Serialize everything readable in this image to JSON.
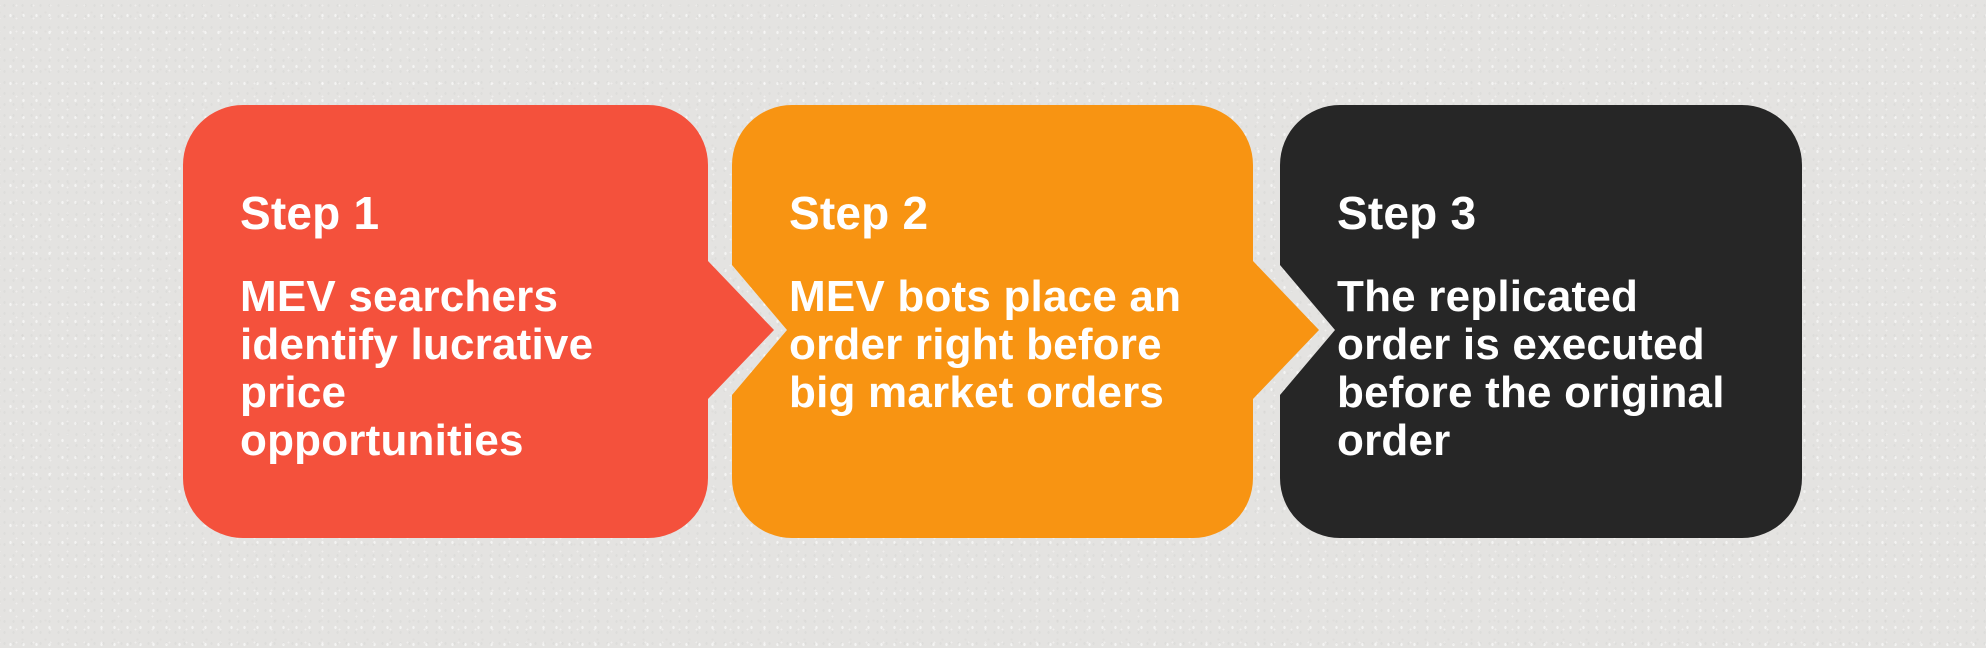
{
  "diagram": {
    "type": "process-flow",
    "direction": "left-to-right",
    "background_color": "#E4E3E1",
    "text_color": "#FFFFFF"
  },
  "steps": [
    {
      "title": "Step 1",
      "color": "#F4513C",
      "lines": [
        "MEV searchers",
        "identify lucrative",
        "price",
        "opportunities"
      ],
      "text": "MEV searchers identify lucrative price opportunities"
    },
    {
      "title": "Step 2",
      "color": "#F89412",
      "lines": [
        "MEV bots place an",
        "order right before",
        "big market orders"
      ],
      "text": "MEV bots place an order right before big market orders"
    },
    {
      "title": "Step 3",
      "color": "#262626",
      "lines": [
        "The replicated",
        "order is executed",
        "before the original",
        "order"
      ],
      "text": "The replicated order is executed before the original order"
    }
  ]
}
